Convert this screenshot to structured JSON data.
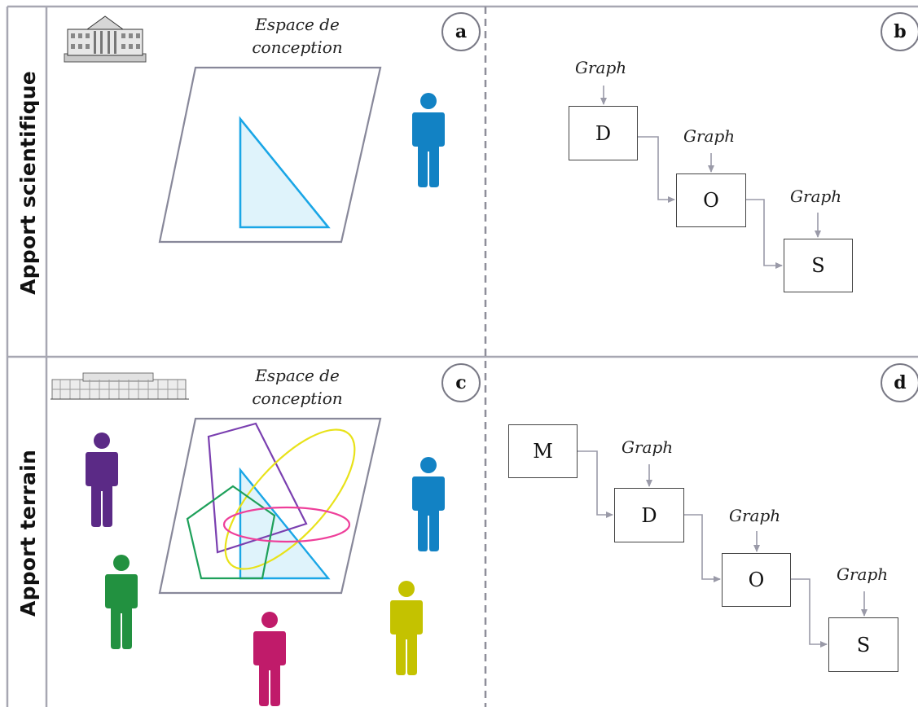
{
  "rows": {
    "top_label": "Apport scientifique",
    "bottom_label": "Apport terrain"
  },
  "panels": {
    "a": {
      "letter": "a",
      "title_line1": "Espace de",
      "title_line2": "conception"
    },
    "b": {
      "letter": "b",
      "boxes": [
        "D",
        "O",
        "S"
      ],
      "input_label": "Graph"
    },
    "c": {
      "letter": "c",
      "title_line1": "Espace de",
      "title_line2": "conception"
    },
    "d": {
      "letter": "d",
      "boxes": [
        "M",
        "D",
        "O",
        "S"
      ],
      "input_label": "Graph"
    }
  },
  "colors": {
    "frame": "#a7a7b2",
    "arrow": "#9a9aa8",
    "triangle_stroke": "#1aa6e6",
    "triangle_fill": "#dff3fb",
    "person_blue": "#1282c4",
    "person_purple": "#5b2a86",
    "person_green": "#229140",
    "person_magenta": "#c01b6a",
    "person_olive": "#c4c200",
    "shape_purple": "#7a3fb0",
    "shape_yellow": "#e8e21a",
    "shape_green": "#1ea05a",
    "shape_pink": "#ee3f9a"
  },
  "icons": [
    "university-building-icon",
    "factory-building-icon",
    "person-icon"
  ]
}
